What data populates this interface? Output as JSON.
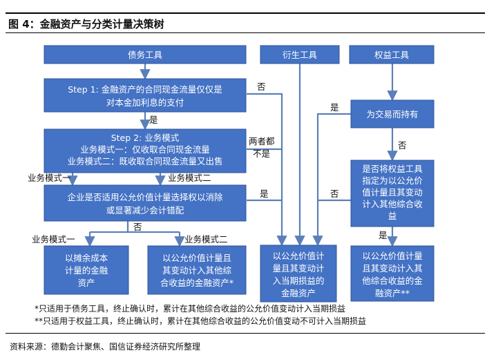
{
  "title": "图 4：金融资产与分类计量决策树",
  "boxes": {
    "debt_tool": "债务工具",
    "derivative_tool": "衍生工具",
    "equity_tool": "权益工具",
    "step1_l1": "Step 1: 金融资产的合同现金流量仅仅是",
    "step1_l2": "对本金加利息的支付",
    "step2_l1": "Step 2: 业务模式",
    "step2_l2": "业务模式一：仅收取合同现金流量",
    "step2_l3": "业务模式二：既收取合同现金流量又出售",
    "fvo_l1": "企业是否适用公允价值计量选择权以消除",
    "fvo_l2": "或显著减少会计错配",
    "trading": "为交易而持有",
    "elect_l1": "是否将权益工具",
    "elect_l2": "指定为以公允价",
    "elect_l3": "值计量且其变动",
    "elect_l4": "计入其他综合收",
    "elect_l5": "益",
    "amortized_l1": "以摊余成本",
    "amortized_l2": "计量的金融",
    "amortized_l3": "资产",
    "fvoci_debt_l1": "以公允价值计量且",
    "fvoci_debt_l2": "其变动计入其他综",
    "fvoci_debt_l3": "合收益的金融资产*",
    "fvtpl_l1": "以公允价值计",
    "fvtpl_l2": "量且其变动计",
    "fvtpl_l3": "入当期损益的",
    "fvtpl_l4": "金融资产",
    "fvoci_eq_l1": "以公允价值计量",
    "fvoci_eq_l2": "且其变动计入其",
    "fvoci_eq_l3": "他综合收益的金",
    "fvoci_eq_l4": "融资产**"
  },
  "labels": {
    "no_step1": "否",
    "yes_step1": "是",
    "neither_l1": "两者都",
    "neither_l2": "不是",
    "mode1_a": "业务模式一",
    "mode2_a": "业务模式二",
    "yes_fvo": "是",
    "no_fvo": "否",
    "mode1_b": "业务模式一",
    "mode2_b": "业务模式二",
    "yes_trading": "是",
    "no_trading": "否",
    "no_elect": "否",
    "yes_elect": "是"
  },
  "notes": {
    "note1": "*只适用于债务工具，终止确认时，累计在其他综合收益的公允价值变动计入当期损益",
    "note2": "**只适用于权益工具，终止确认时，累计在其他综合收益的公允价值变动不可计入当期损益"
  },
  "source": "资料来源：德勤会计聚焦、国信证券经济研究所整理",
  "colors": {
    "box_fill": "#4472C4",
    "box_border": "#2F5597",
    "arrow": "#5B7FB8",
    "text": "#ffffff"
  }
}
